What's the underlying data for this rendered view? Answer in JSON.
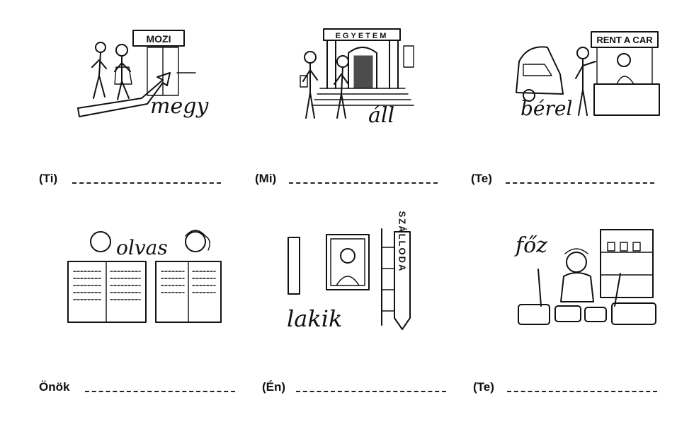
{
  "exercises": [
    {
      "verb": "megy",
      "sign": "MOZI",
      "prompt": "(Ti)"
    },
    {
      "verb": "áll",
      "sign": "EGYETEM",
      "prompt": "(Mi)"
    },
    {
      "verb": "bérel",
      "sign": "RENT A CAR",
      "prompt": "(Te)"
    },
    {
      "verb": "olvas",
      "sign": "",
      "prompt": "Önök"
    },
    {
      "verb": "lakik",
      "sign": "SZÁLLODA",
      "prompt": "(Én)"
    },
    {
      "verb": "főz",
      "sign": "",
      "prompt": "(Te)"
    }
  ]
}
